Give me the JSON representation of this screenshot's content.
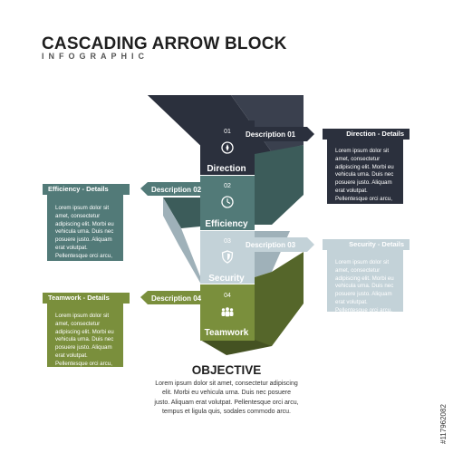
{
  "header": {
    "title": "CASCADING ARROW BLOCK",
    "subtitle": "INFOGRAPHIC"
  },
  "colors": {
    "dark": "#2b303d",
    "dark_deep": "#1b1f28",
    "teal": "#527a78",
    "teal_deep": "#3c5c5a",
    "light": "#c3d2d8",
    "light_deep": "#9fb1b9",
    "green": "#7a8f3c",
    "green_deep": "#55662a"
  },
  "steps": [
    {
      "number": "01",
      "description": "Description 01",
      "label": "Direction",
      "icon": "compass-icon"
    },
    {
      "number": "02",
      "description": "Description 02",
      "label": "Efficiency",
      "icon": "clock-icon"
    },
    {
      "number": "03",
      "description": "Description 03",
      "label": "Security",
      "icon": "shield-icon"
    },
    {
      "number": "04",
      "description": "Description 04",
      "label": "Teamwork",
      "icon": "team-icon"
    }
  ],
  "details": [
    {
      "title": "Direction - Details",
      "text": "Lorem ipsum dolor sit amet, consectetur adipiscing elit. Morbi eu vehicula urna. Duis nec posuere justo. Aliquam erat volutpat. Pellentesque orci arcu, tempus et ligula quis, sodales commodo arcu."
    },
    {
      "title": "Efficiency - Details",
      "text": "Lorem ipsum dolor sit amet, consectetur adipiscing elit. Morbi eu vehicula urna. Duis nec posuere justo. Aliquam erat volutpat. Pellentesque orci arcu, tempus et ligula quis, sodales commodo arcu."
    },
    {
      "title": "Security - Details",
      "text": "Lorem ipsum dolor sit amet, consectetur adipiscing elit. Morbi eu vehicula urna. Duis nec posuere justo. Aliquam erat volutpat. Pellentesque orci arcu, tempus et ligula quis, sodales commodo arcu."
    },
    {
      "title": "Teamwork - Details",
      "text": "Lorem ipsum dolor sit amet, consectetur adipiscing elit. Morbi eu vehicula urna. Duis nec posuere justo. Aliquam erat volutpat. Pellentesque orci arcu, tempus et ligula quis, sodales commodo arcu."
    }
  ],
  "objective": {
    "title": "OBJECTIVE",
    "text": "Lorem ipsum dolor sit amet, consectetur adipiscing elit. Morbi eu vehicula urna. Duis nec posuere justo. Aliquam erat volutpat. Pellentesque orci arcu, tempus et ligula quis, sodales commodo arcu."
  },
  "side_id": "#117962082"
}
